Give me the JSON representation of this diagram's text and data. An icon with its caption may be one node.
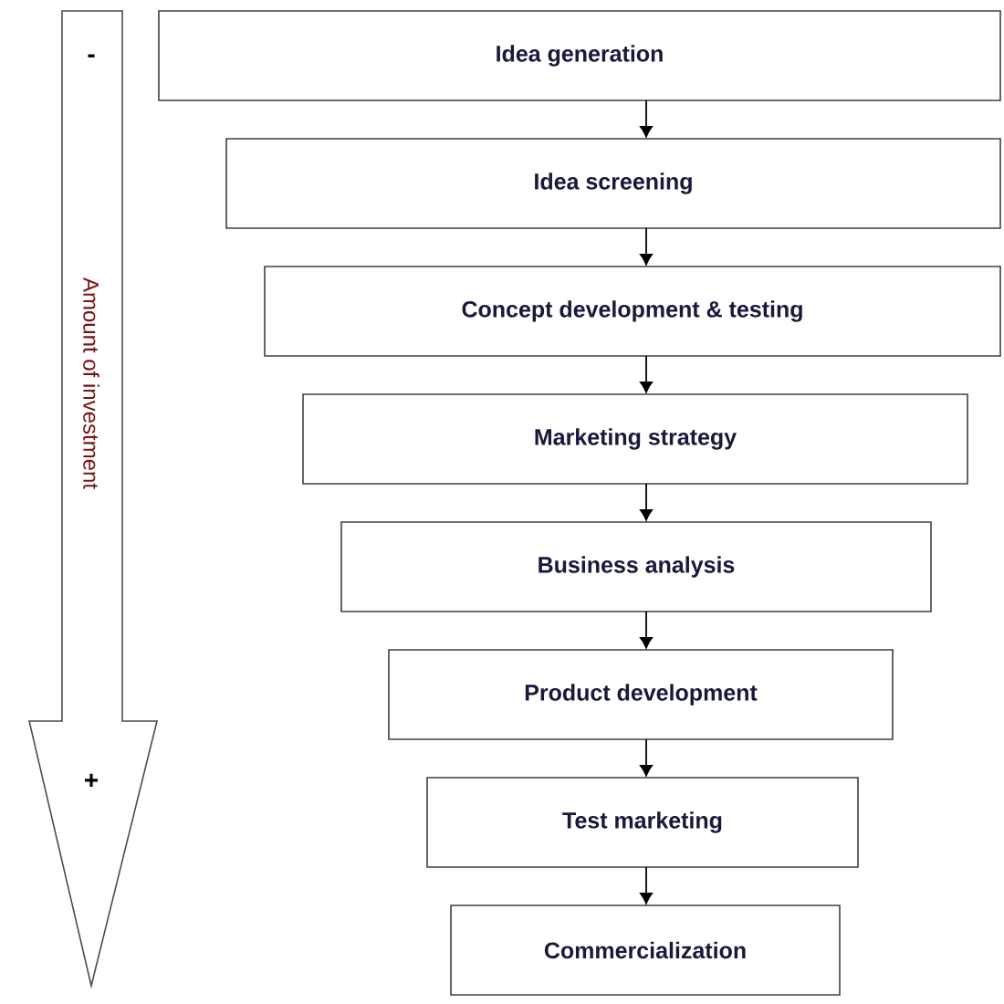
{
  "diagram": {
    "nodes": [
      {
        "text": [
          "Idea generation"
        ]
      },
      {
        "text": [
          "Idea screening"
        ]
      },
      {
        "text": [
          "Concept development & testing"
        ]
      },
      {
        "text": [
          "Marketing strategy"
        ]
      },
      {
        "text": [
          "Business analysis"
        ]
      },
      {
        "text": [
          "Product development"
        ]
      },
      {
        "text": [
          "Test marketing"
        ]
      },
      {
        "text": [
          "Commercialization"
        ]
      }
    ],
    "edges": [
      {
        "from": 0,
        "to": 1,
        "arrow": "to"
      },
      {
        "from": 1,
        "to": 2,
        "arrow": "to"
      },
      {
        "from": 2,
        "to": 3,
        "arrow": "to"
      },
      {
        "from": 3,
        "to": 4,
        "arrow": "to"
      },
      {
        "from": 4,
        "to": 5,
        "arrow": "to"
      },
      {
        "from": 5,
        "to": 6,
        "arrow": "to"
      },
      {
        "from": 6,
        "to": 7,
        "arrow": "to"
      }
    ],
    "labels": [
      "-",
      "Amount of investment",
      "+"
    ]
  }
}
